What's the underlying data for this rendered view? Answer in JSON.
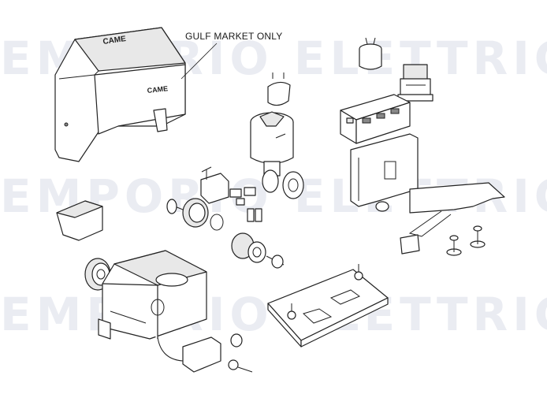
{
  "diagram": {
    "annotation": "GULF MARKET ONLY",
    "brand_mark": "CAME",
    "watermark_text": "EMPORIO ELETTRICO"
  },
  "colors": {
    "line": "#222222",
    "background": "#ffffff",
    "watermark": "#96a0be"
  }
}
